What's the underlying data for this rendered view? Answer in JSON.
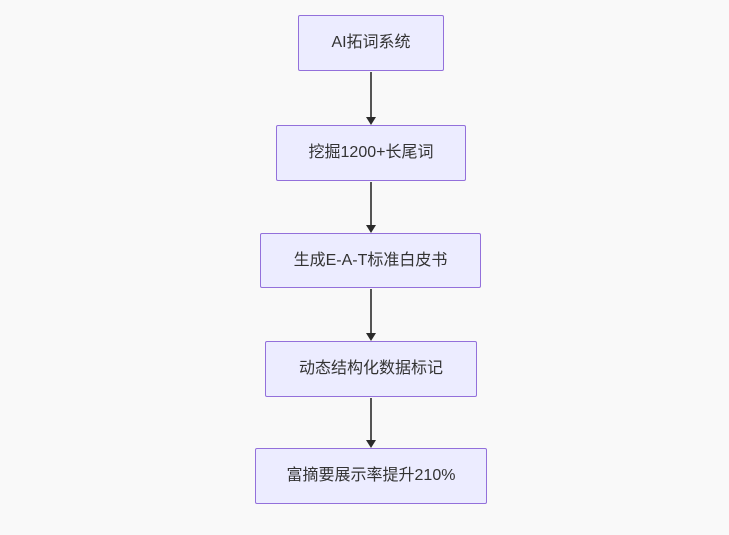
{
  "diagram": {
    "type": "flowchart",
    "direction": "top-down",
    "nodes": [
      {
        "id": "node-1",
        "label": "AI拓词系统"
      },
      {
        "id": "node-2",
        "label": "挖掘1200+长尾词"
      },
      {
        "id": "node-3",
        "label": "生成E-A-T标准白皮书"
      },
      {
        "id": "node-4",
        "label": "动态结构化数据标记"
      },
      {
        "id": "node-5",
        "label": "富摘要展示率提升210%"
      }
    ],
    "edges": [
      {
        "from": "node-1",
        "to": "node-2",
        "style": "arrow-down"
      },
      {
        "from": "node-2",
        "to": "node-3",
        "style": "arrow-down"
      },
      {
        "from": "node-3",
        "to": "node-4",
        "style": "arrow-down"
      },
      {
        "from": "node-4",
        "to": "node-5",
        "style": "arrow-down"
      }
    ],
    "colors": {
      "node_fill": "#ECECFF",
      "node_border": "#9370DB",
      "edge_line": "#555555",
      "arrowhead": "#2B2B2B",
      "text": "#333333",
      "background": "#F9F9F9"
    }
  }
}
